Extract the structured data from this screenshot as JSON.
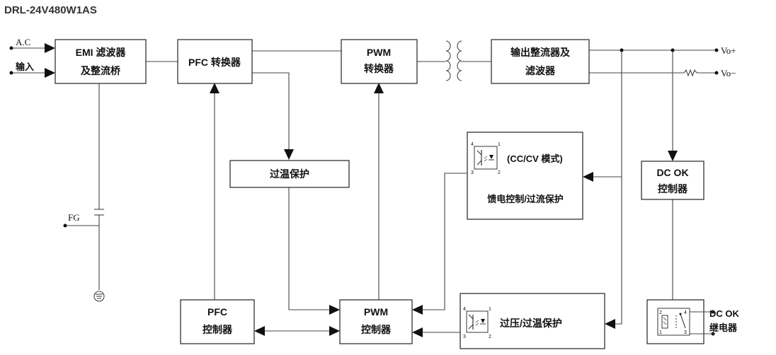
{
  "title": "DRL-24V480W1AS",
  "inputs": {
    "ac": "A.C",
    "input": "输入"
  },
  "outputs": {
    "vo_plus": "Vo+",
    "vo_minus": "Vo−"
  },
  "fg_label": "FG",
  "blocks": {
    "emi": [
      "EMI 滤波器",
      "及整流桥"
    ],
    "pfc_conv": "PFC 转换器",
    "pwm_conv": [
      "PWM",
      "转换器"
    ],
    "out_rect": [
      "输出整流器及",
      "滤波器"
    ],
    "otp": "过温保护",
    "feedback": [
      "(CC/CV 模式)",
      "馈电控制/过流保护"
    ],
    "dc_ok_ctrl": [
      "DC OK",
      "控制器"
    ],
    "pfc_ctrl": [
      "PFC",
      "控制器"
    ],
    "pwm_ctrl": [
      "PWM",
      "控制器"
    ],
    "ovp": "过压/过温保护",
    "dc_ok_relay": [
      "DC OK",
      "继电器"
    ]
  },
  "optocoupler_pins": [
    "4",
    "1",
    "3",
    "2"
  ],
  "relay_pins": [
    "2",
    "4",
    "1",
    "3"
  ]
}
